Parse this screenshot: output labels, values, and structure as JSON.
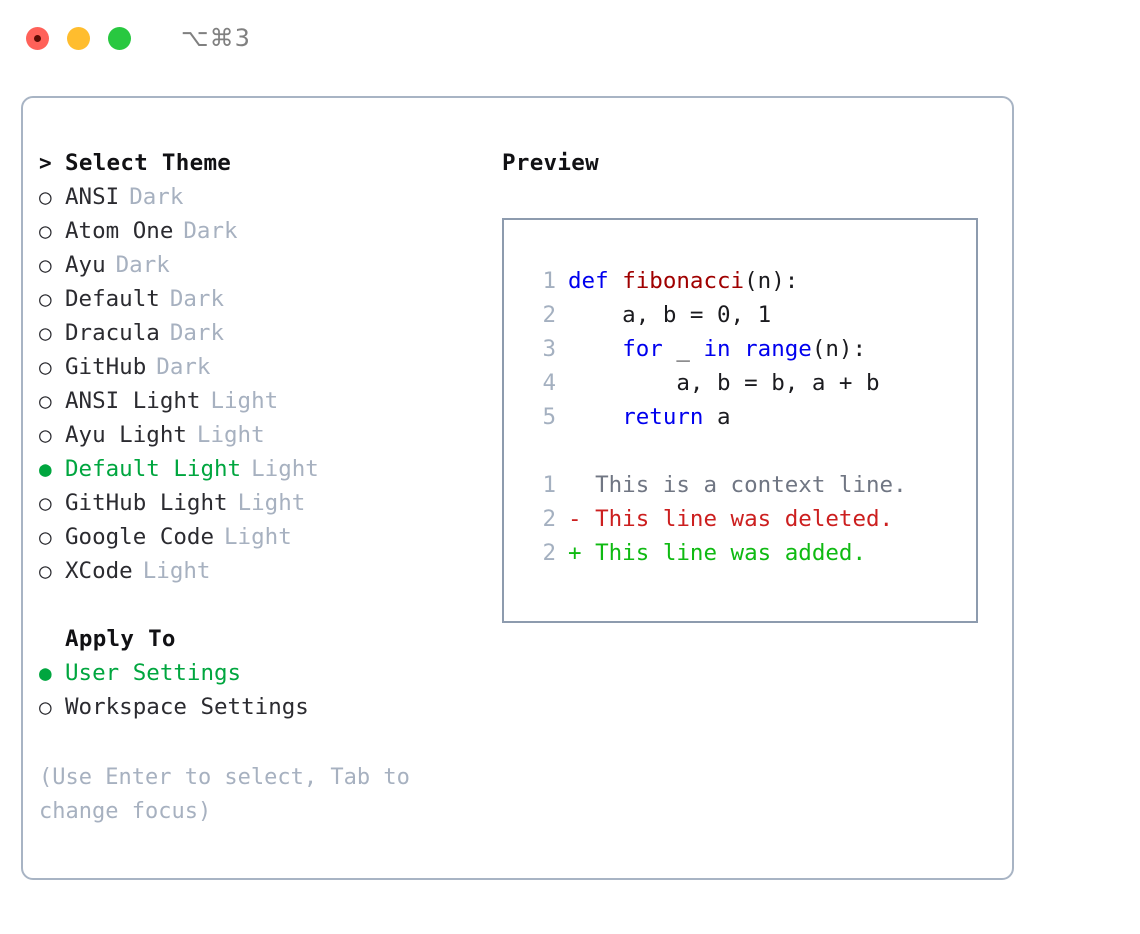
{
  "window": {
    "shortcut": "⌥⌘3",
    "traffic_lights": [
      {
        "name": "close",
        "color": "#ff6159"
      },
      {
        "name": "minimize",
        "color": "#ffbd2e"
      },
      {
        "name": "maximize",
        "color": "#28c840"
      }
    ]
  },
  "theme_list": {
    "heading_marker": ">",
    "heading": "Select Theme",
    "items": [
      {
        "marker": "○",
        "label": "ANSI",
        "tag": "Dark",
        "selected": false
      },
      {
        "marker": "○",
        "label": "Atom One",
        "tag": "Dark",
        "selected": false
      },
      {
        "marker": "○",
        "label": "Ayu",
        "tag": "Dark",
        "selected": false
      },
      {
        "marker": "○",
        "label": "Default",
        "tag": "Dark",
        "selected": false
      },
      {
        "marker": "○",
        "label": "Dracula",
        "tag": "Dark",
        "selected": false
      },
      {
        "marker": "○",
        "label": "GitHub",
        "tag": "Dark",
        "selected": false
      },
      {
        "marker": "○",
        "label": "ANSI Light",
        "tag": "Light",
        "selected": false
      },
      {
        "marker": "○",
        "label": "Ayu Light",
        "tag": "Light",
        "selected": false
      },
      {
        "marker": "●",
        "label": "Default Light",
        "tag": "Light",
        "selected": true
      },
      {
        "marker": "○",
        "label": "GitHub Light",
        "tag": "Light",
        "selected": false
      },
      {
        "marker": "○",
        "label": "Google Code",
        "tag": "Light",
        "selected": false
      },
      {
        "marker": "○",
        "label": "XCode",
        "tag": "Light",
        "selected": false
      }
    ]
  },
  "apply_to": {
    "heading": "Apply To",
    "items": [
      {
        "marker": "●",
        "label": "User Settings",
        "selected": true
      },
      {
        "marker": "○",
        "label": "Workspace Settings",
        "selected": false
      }
    ]
  },
  "hint": "(Use Enter to select, Tab to change focus)",
  "preview": {
    "title": "Preview",
    "code_lines": [
      {
        "no": "1",
        "tokens": [
          {
            "t": "def ",
            "c": "kw"
          },
          {
            "t": "fibonacci",
            "c": "fname"
          },
          {
            "t": "(n):",
            "c": "plain"
          }
        ]
      },
      {
        "no": "2",
        "tokens": [
          {
            "t": "    a, b = 0, 1",
            "c": "plain"
          }
        ]
      },
      {
        "no": "3",
        "tokens": [
          {
            "t": "    ",
            "c": "plain"
          },
          {
            "t": "for",
            "c": "kw"
          },
          {
            "t": " _ ",
            "c": "plain"
          },
          {
            "t": "in",
            "c": "kw"
          },
          {
            "t": " ",
            "c": "plain"
          },
          {
            "t": "range",
            "c": "kw"
          },
          {
            "t": "(n):",
            "c": "plain"
          }
        ]
      },
      {
        "no": "4",
        "tokens": [
          {
            "t": "        a, b = b, a + b",
            "c": "plain"
          }
        ]
      },
      {
        "no": "5",
        "tokens": [
          {
            "t": "    ",
            "c": "plain"
          },
          {
            "t": "return",
            "c": "kw"
          },
          {
            "t": " a",
            "c": "plain"
          }
        ]
      }
    ],
    "diff_lines": [
      {
        "no": "1",
        "text": "  This is a context line.",
        "kind": "context"
      },
      {
        "no": "2",
        "text": "- This line was deleted.",
        "kind": "deleted"
      },
      {
        "no": "2",
        "text": "+ This line was added.",
        "kind": "added"
      }
    ]
  },
  "colors": {
    "accent_green": "#00a63f",
    "diff_add": "#0fba12",
    "diff_del": "#cc1f1f",
    "keyword_blue": "#0000ee",
    "function_red": "#a00000",
    "muted": "#a7b1c0",
    "border": "#a8b4c4",
    "preview_border": "#8d9bae"
  }
}
